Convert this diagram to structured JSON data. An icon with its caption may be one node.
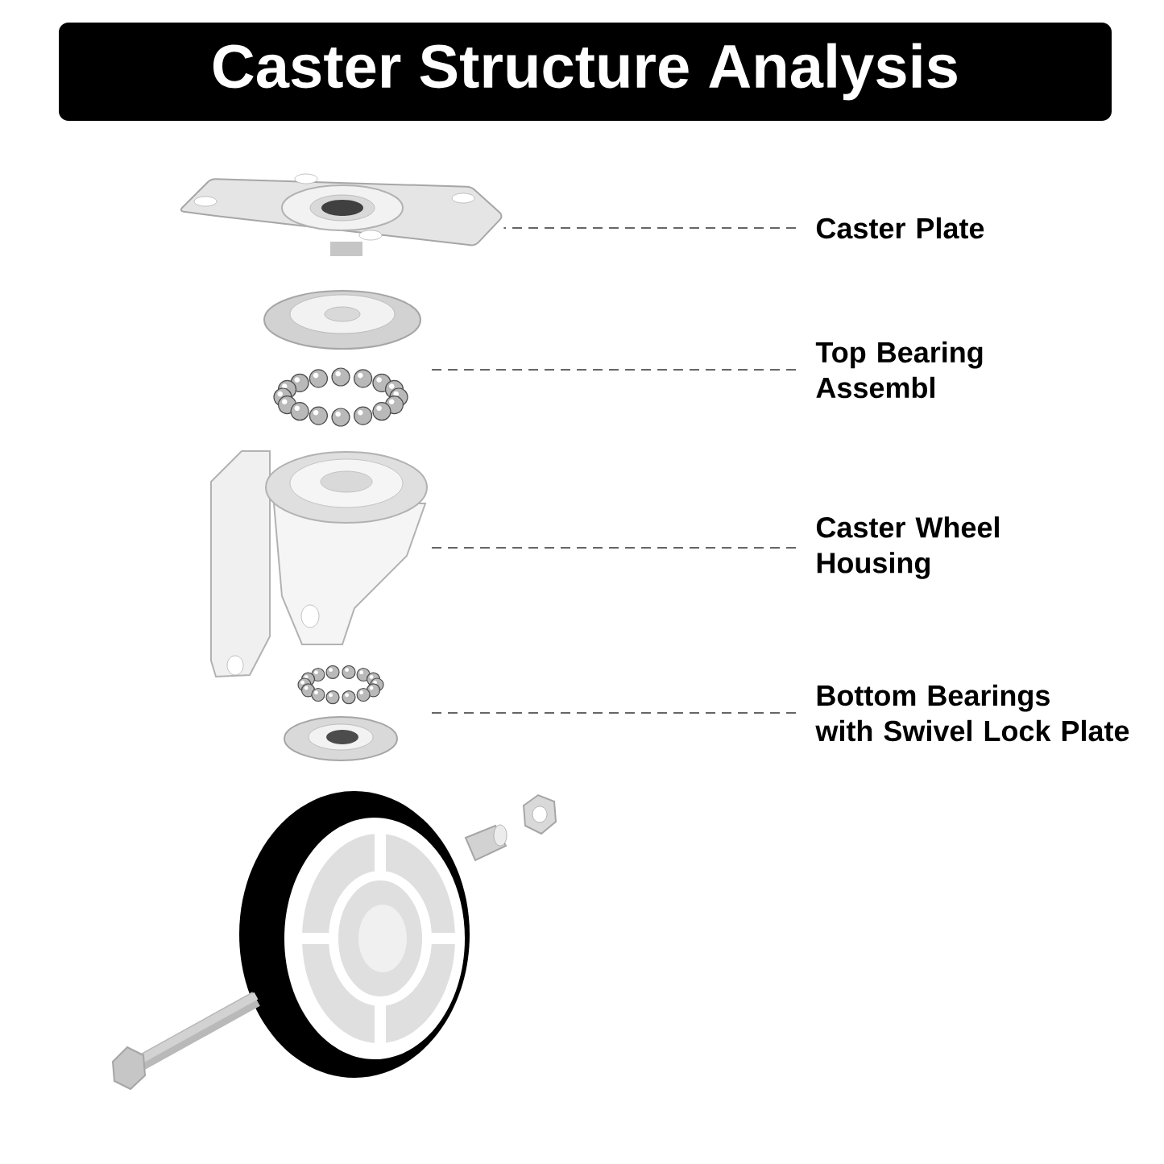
{
  "diagram": {
    "title": "Caster Structure Analysis",
    "nodes": [
      {
        "text": [
          "Caster Plate"
        ]
      },
      {
        "text": [],
        "shape": "picture"
      },
      {
        "text": [
          "Top Bearing Assembl"
        ]
      },
      {
        "text": [],
        "shape": "picture"
      },
      {
        "text": [
          "Caster Wheel Housing"
        ]
      },
      {
        "text": [],
        "shape": "picture"
      },
      {
        "text": [
          "Bottom Bearings with Swivel Lock Plate"
        ]
      },
      {
        "text": [],
        "shape": "picture"
      }
    ],
    "edges": [
      {
        "from": 0,
        "to": 1,
        "arrow": "none",
        "style": "dashed"
      },
      {
        "from": 2,
        "to": 3,
        "arrow": "none",
        "style": "dashed"
      },
      {
        "from": 4,
        "to": 5,
        "arrow": "none",
        "style": "dashed"
      },
      {
        "from": 6,
        "to": 7,
        "arrow": "none",
        "style": "dashed"
      }
    ]
  }
}
